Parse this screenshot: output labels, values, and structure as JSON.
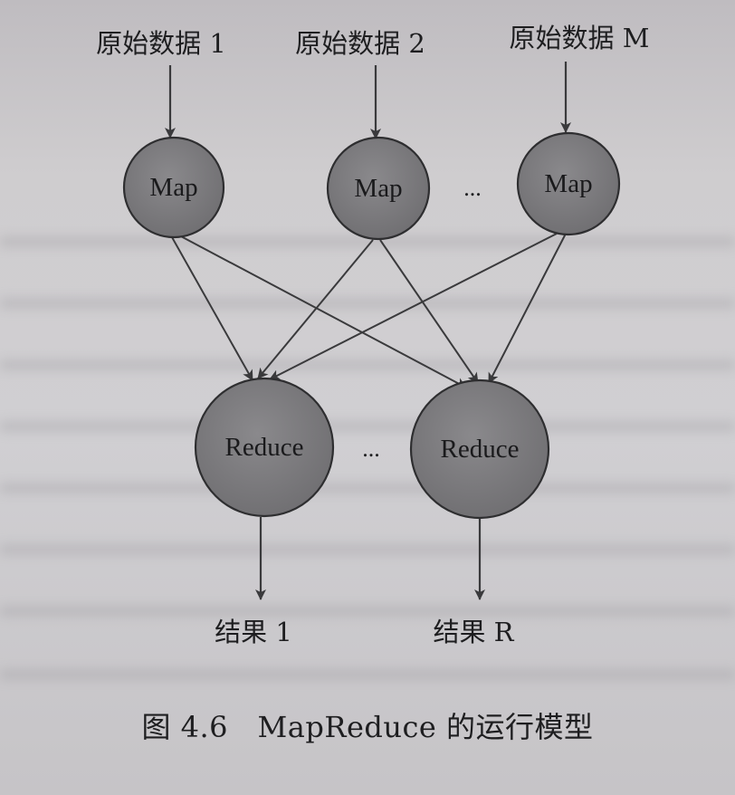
{
  "diagram": {
    "inputs": [
      "原始数据 1",
      "原始数据 2",
      "原始数据 M"
    ],
    "map_nodes": [
      "Map",
      "Map",
      "Map"
    ],
    "map_ellipsis": "...",
    "reduce_nodes": [
      "Reduce",
      "Reduce"
    ],
    "reduce_ellipsis": "...",
    "outputs": [
      "结果 1",
      "结果 R"
    ],
    "edges": [
      {
        "from": "input-1",
        "to": "map-1"
      },
      {
        "from": "input-2",
        "to": "map-2"
      },
      {
        "from": "input-m",
        "to": "map-m"
      },
      {
        "from": "map-1",
        "to": "reduce-1"
      },
      {
        "from": "map-1",
        "to": "reduce-r"
      },
      {
        "from": "map-2",
        "to": "reduce-1"
      },
      {
        "from": "map-2",
        "to": "reduce-r"
      },
      {
        "from": "map-m",
        "to": "reduce-1"
      },
      {
        "from": "map-m",
        "to": "reduce-r"
      },
      {
        "from": "reduce-1",
        "to": "output-1"
      },
      {
        "from": "reduce-r",
        "to": "output-r"
      }
    ],
    "node_fill": "#7b7a7d",
    "edge_color": "#3a3a3c"
  },
  "caption": "图 4.6　MapReduce 的运行模型"
}
